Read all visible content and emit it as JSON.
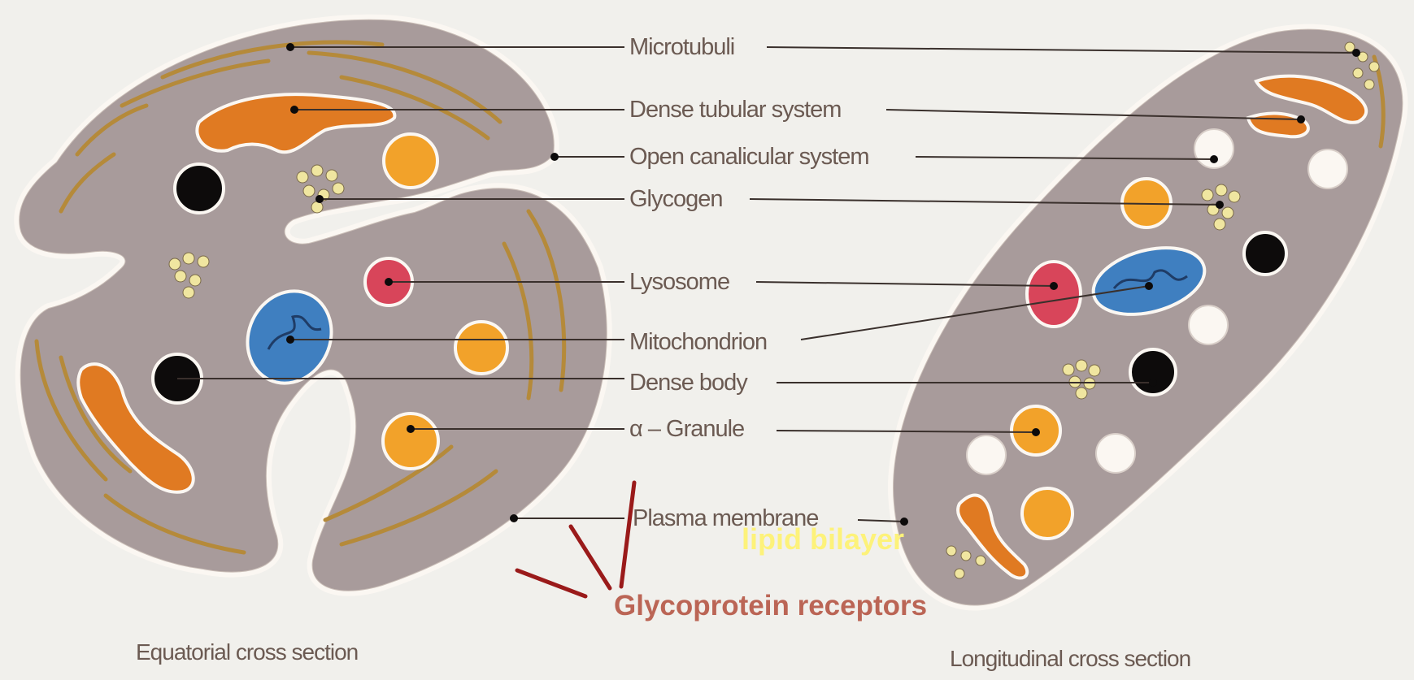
{
  "labels": {
    "microtubuli": "Microtubuli",
    "dense_tubular_system": "Dense tubular system",
    "open_canalicular_system": "Open canalicular system",
    "glycogen": "Glycogen",
    "lysosome": "Lysosome",
    "mitochondrion": "Mitochondrion",
    "dense_body": "Dense body",
    "alpha_granule": "α – Granule",
    "plasma_membrane": "Plasma membrane"
  },
  "annotations": {
    "lipid_bilayer": "lipid bilayer",
    "glycoprotein_receptors": "Glycoprotein receptors"
  },
  "captions": {
    "equatorial": "Equatorial cross section",
    "longitudinal": "Longitudinal cross section"
  },
  "colors": {
    "background": "#f1f0ec",
    "cytoplasm": "#a89b9b",
    "membrane_halo": "#fbf7f2",
    "microtubule": "#b58a3a",
    "dense_tubular": "#e07a22",
    "alpha_granule": "#f2a22a",
    "dense_body": "#0d0b0b",
    "lysosome": "#d8455a",
    "mitochondrion": "#3f7fc0",
    "glycogen": "#f0e6a0",
    "label_text": "#6b5a52",
    "annotation_yellow": "#fdf27a",
    "annotation_red": "#bb6555",
    "receptor_line": "#9a1a1a"
  }
}
